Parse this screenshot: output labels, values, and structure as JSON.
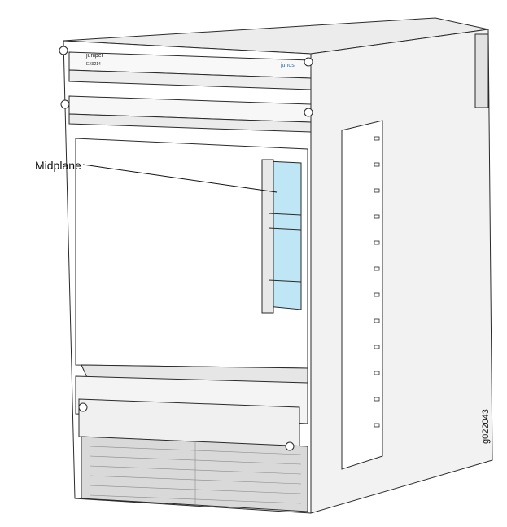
{
  "callout": {
    "label": "Midplane"
  },
  "figure_id": "g022043",
  "front_panel": {
    "brand": "juniper",
    "model": "EX9214"
  },
  "logo_text": "junos",
  "colors": {
    "midplane_fill": "#bfe6f5",
    "line": "#2a2a2a",
    "chassis_fill": "#ffffff",
    "shade": "#d6d6d6"
  }
}
